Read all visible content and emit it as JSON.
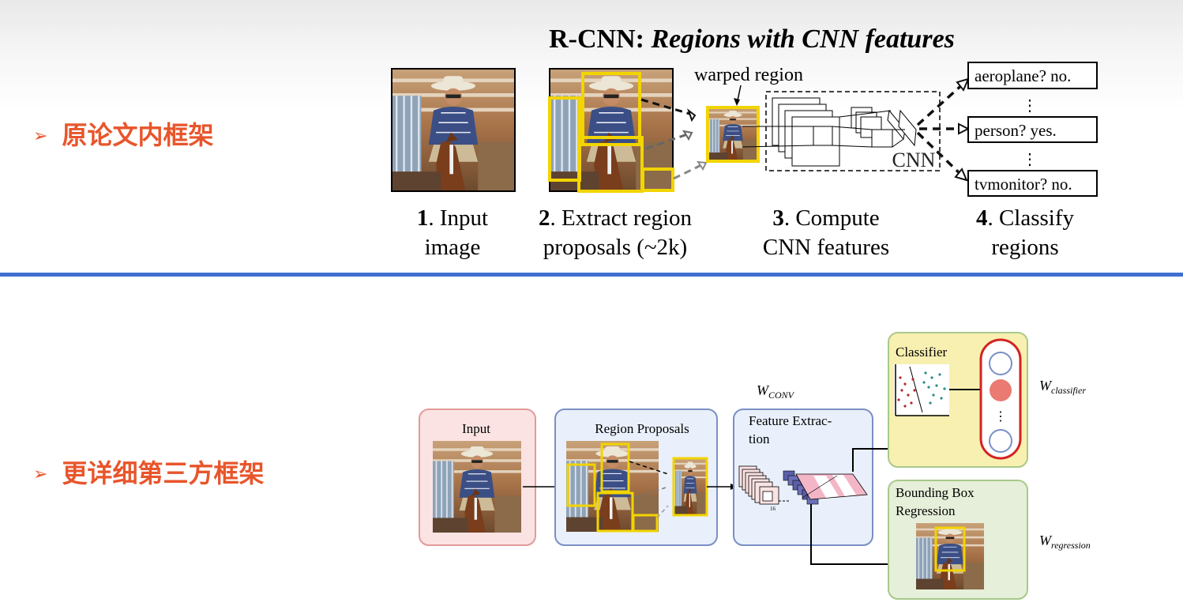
{
  "bullets": [
    {
      "arrow": "➢",
      "text": "原论文内框架"
    },
    {
      "arrow": "➢",
      "text": "更详细第三方框架"
    }
  ],
  "rcnn": {
    "title_bold": "R-CNN: ",
    "title_italic": "Regions with CNN features",
    "warped_label": "warped region",
    "cnn_label": "CNN",
    "classes": [
      "aeroplane? no.",
      "person? yes.",
      "tvmonitor? no."
    ],
    "dots": "⋮",
    "steps": [
      {
        "num": "1",
        "line1": ". Input",
        "line2": "image"
      },
      {
        "num": "2",
        "line1": ". Extract region",
        "line2": "proposals (~2k)"
      },
      {
        "num": "3",
        "line1": ". Compute",
        "line2": "CNN features"
      },
      {
        "num": "4",
        "line1": ". Classify",
        "line2": "regions"
      }
    ]
  },
  "detail": {
    "input_label": "Input",
    "proposals_label": "Region Proposals",
    "feature_label_1": "Feature Extrac-",
    "feature_label_2": "tion",
    "classifier_label": "Classifier",
    "bbox_label_1": "Bounding Box",
    "bbox_label_2": "Regression",
    "w_conv": {
      "base": "W",
      "sub": "CONV"
    },
    "w_classifier": {
      "base": "W",
      "sub": "classifier"
    },
    "w_regression": {
      "base": "W",
      "sub": "regression"
    },
    "dots": "⋮",
    "small_label": "16"
  },
  "colors": {
    "bullet": "#e8552b",
    "divider": "#3f6fd1",
    "proposal_box": "#f2d400",
    "input_fill": "#fbe3e3",
    "input_stroke": "#e39a9a",
    "blue_fill": "#e9f0fb",
    "blue_stroke": "#7b8fc4",
    "classifier_fill": "#f8f0b0",
    "green_stroke": "#a8c98a",
    "bbox_fill": "#e6efd9"
  }
}
